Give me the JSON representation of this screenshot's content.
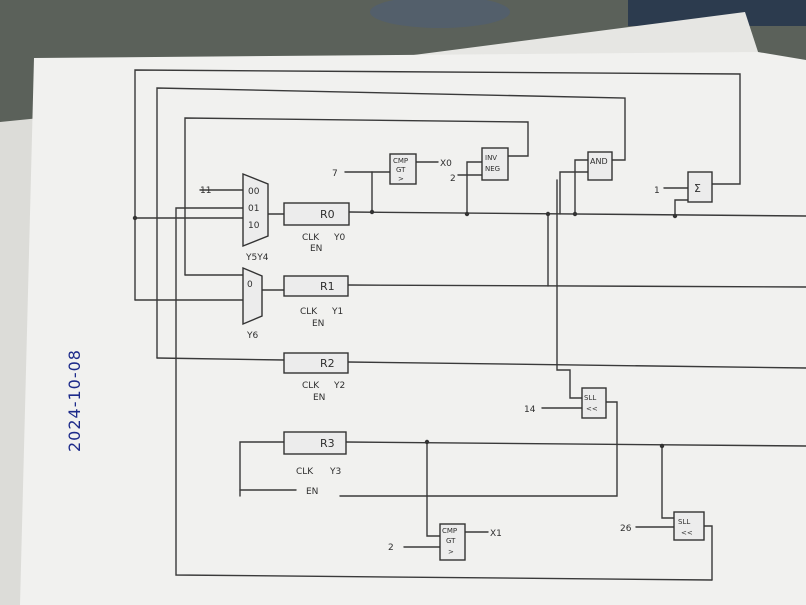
{
  "photo": {
    "background_color": "#5b615a",
    "paper_color": "#f1f1ef",
    "ink_color": "#3a3a3a",
    "date_ink_color": "#1d2b8a"
  },
  "date_note": "2024-10-08",
  "mux_top": {
    "inputs": [
      "00",
      "01",
      "10"
    ],
    "input_11": "11",
    "select": "Y5Y4"
  },
  "mux_bottom": {
    "input": "0",
    "select": "Y6"
  },
  "registers": [
    {
      "name": "R0",
      "clk": "CLK",
      "en": "EN",
      "y": "Y0"
    },
    {
      "name": "R1",
      "clk": "CLK",
      "en": "EN",
      "y": "Y1"
    },
    {
      "name": "R2",
      "clk": "CLK",
      "en": "EN",
      "y": "Y2"
    },
    {
      "name": "R3",
      "clk": "CLK",
      "en": "EN",
      "y": "Y3"
    }
  ],
  "blocks": {
    "cmp_top": {
      "l1": "CMP",
      "l2": "GT",
      "l3": ">",
      "const": "7",
      "out": "X0"
    },
    "inv": {
      "l1": "INV",
      "l2": "NEG",
      "const": "2"
    },
    "and": {
      "l1": "AND"
    },
    "sum": {
      "l1": "Σ",
      "const": "1"
    },
    "sll_mid": {
      "l1": "SLL",
      "l2": "<<",
      "const": "14"
    },
    "cmp_bottom": {
      "l1": "CMP",
      "l2": "GT",
      "l3": ">",
      "const": "2",
      "out": "X1"
    },
    "sll_bottom": {
      "l1": "SLL",
      "l2": "<<",
      "const": "26"
    }
  },
  "r3_en_label": "EN"
}
